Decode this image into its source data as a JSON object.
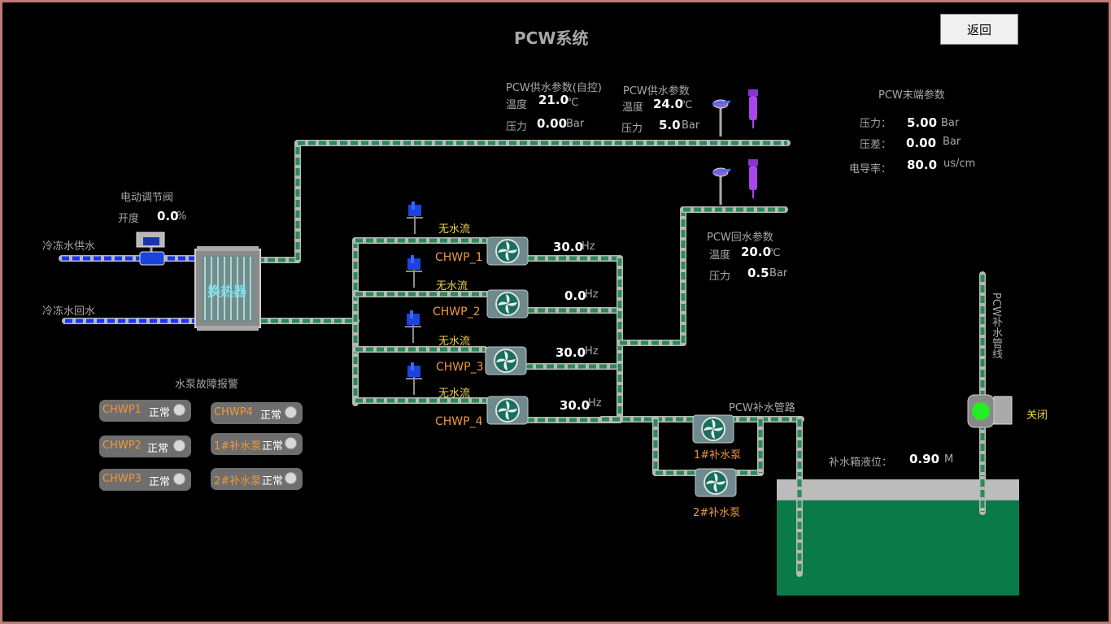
{
  "title": "PCW系统",
  "back_label": "返回",
  "valve": {
    "title": "电动调节阀",
    "opening_label": "开度",
    "opening_value": "0.0",
    "opening_unit": "%"
  },
  "chilled_supply_label": "冷冻水供水",
  "chilled_return_label": "冷冻水回水",
  "heat_exchanger_label": "换热器",
  "supply_auto": {
    "title": "PCW供水参数(自控)",
    "temp_label": "温度",
    "temp_value": "21.0",
    "temp_unit": "℃",
    "pressure_label": "压力",
    "pressure_value": "0.00",
    "pressure_unit": "Bar"
  },
  "supply": {
    "title": "PCW供水参数",
    "temp_label": "温度",
    "temp_value": "24.0",
    "temp_unit": "℃",
    "pressure_label": "压力",
    "pressure_value": "5.0",
    "pressure_unit": "Bar"
  },
  "terminal": {
    "title": "PCW末端参数",
    "pressure_label": "压力：",
    "pressure_value": "5.00",
    "pressure_unit": "Bar",
    "diff_label": "压差：",
    "diff_value": "0.00",
    "diff_unit": "Bar",
    "cond_label": "电导率：",
    "cond_value": "80.0",
    "cond_unit": "us/cm"
  },
  "return": {
    "title": "PCW回水参数",
    "temp_label": "温度",
    "temp_value": "20.0",
    "temp_unit": "℃",
    "pressure_label": "压力",
    "pressure_value": "0.5",
    "pressure_unit": "Bar"
  },
  "pumps": [
    {
      "name": "CHWP_1",
      "flow": "无水流",
      "freq": "30.0",
      "unit": "Hz"
    },
    {
      "name": "CHWP_2",
      "flow": "无水流",
      "freq": "0.0",
      "unit": "Hz"
    },
    {
      "name": "CHWP_3",
      "flow": "无水流",
      "freq": "30.0",
      "unit": "Hz"
    },
    {
      "name": "CHWP_4",
      "flow": "无水流",
      "freq": "30.0",
      "unit": "Hz"
    }
  ],
  "alarm_title": "水泵故障报警",
  "alarms": [
    {
      "name": "CHWP1",
      "status": "正常"
    },
    {
      "name": "CHWP2",
      "status": "正常"
    },
    {
      "name": "CHWP3",
      "status": "正常"
    },
    {
      "name": "CHWP4",
      "status": "正常"
    },
    {
      "name": "1#补水泵",
      "status": "正常"
    },
    {
      "name": "2#补水泵",
      "status": "正常"
    }
  ],
  "makeup": {
    "pipe_label": "PCW补水管路",
    "pump1": "1#补水泵",
    "pump2": "2#补水泵",
    "level_label": "补水箱液位：",
    "level_value": "0.90",
    "level_unit": "M",
    "line_label": "PCW补水管线",
    "valve_state": "关闭",
    "tank_fill_fraction": 0.82
  },
  "colors": {
    "pipe": "#2a8a58",
    "pipe_outline": "#b8b8b8",
    "chilled": "#1a33ff",
    "tank_water": "#0a7a48",
    "tank_air": "#bcbcbc",
    "valve_on": "#22ee22"
  }
}
